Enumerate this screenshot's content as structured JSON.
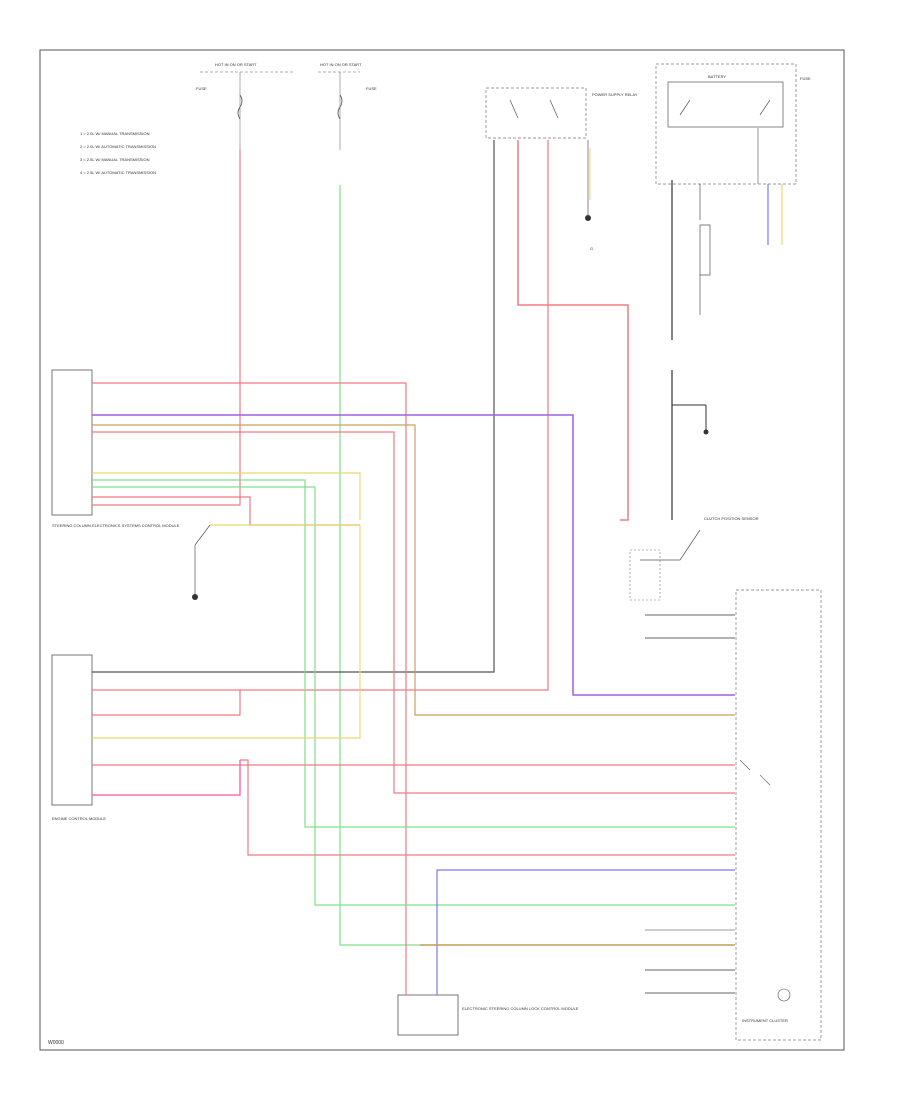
{
  "diagram": {
    "wire_colors": {
      "red": "#f07b84",
      "pink": "#ff6fa8",
      "green": "#7fe08a",
      "blue": "#7a7af0",
      "violet": "#a060e0",
      "yellow": "#e8d870",
      "brown": "#c8a060",
      "black": "#333333",
      "gray": "#999999",
      "white": "#e0e0e0"
    },
    "labels": {
      "legend_1": "1 = 2.0L W/ MANUAL TRANSMISSION",
      "legend_2": "2 = 2.0L W/ AUTOMATIC TRANSMISSION",
      "legend_3": "3 = 2.5L W/ MANUAL TRANSMISSION",
      "legend_4": "4 = 2.5L W/ AUTOMATIC TRANSMISSION",
      "hot_left": "HOT IN ON OR START",
      "hot_mid": "HOT IN ON OR START",
      "fuse_a": "FUSE",
      "fuse_b": "FUSE",
      "fuse_c": "FUSE",
      "relay": "POWER SUPPLY RELAY",
      "battery": "BATTERY",
      "ground": "G",
      "module_left_1": "STEERING COLUMN ELECTRONICS SYSTEMS CONTROL MODULE",
      "module_left_2": "ENGINE CONTROL MODULE",
      "module_right": "INSTRUMENT CLUSTER",
      "module_bottom": "ELECTRONIC STEERING COLUMN LOCK CONTROL MODULE",
      "clutch": "CLUTCH POSITION SENSOR",
      "figure_id": "W0000"
    }
  }
}
